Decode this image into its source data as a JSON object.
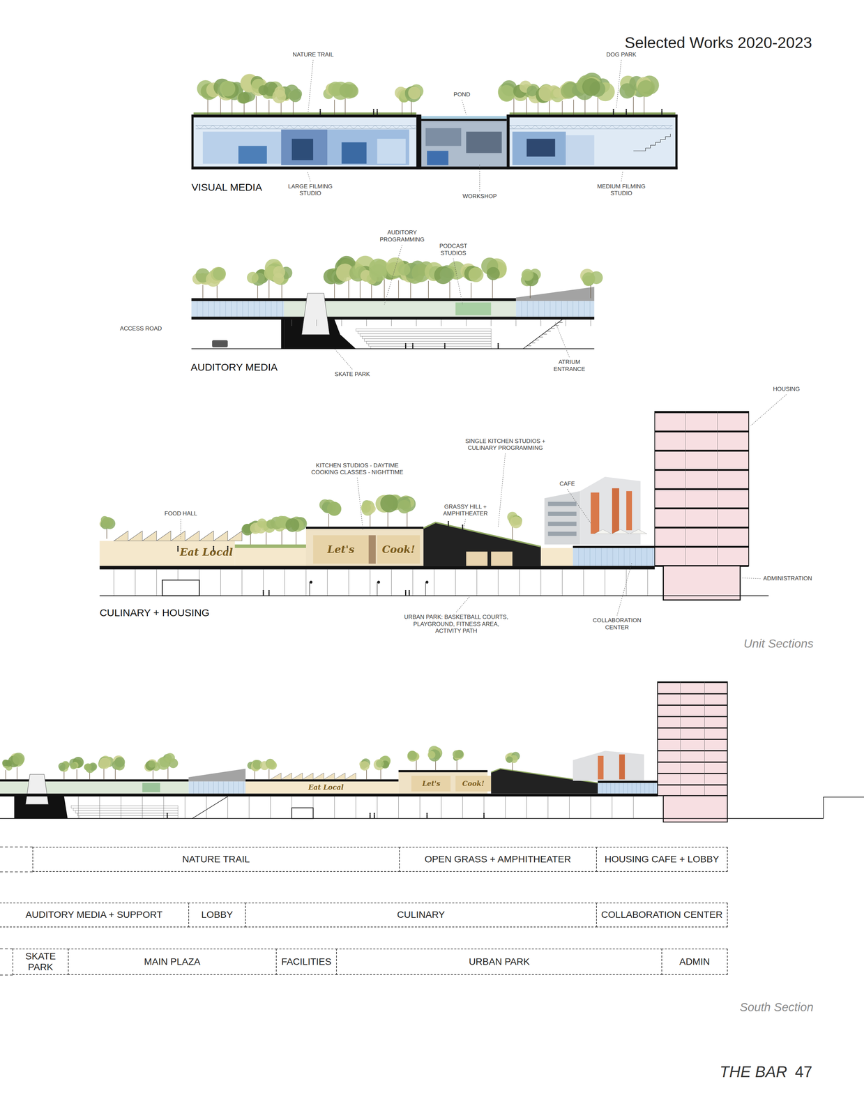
{
  "diagram": {
    "title": "Selected Works 2020-2023",
    "nodes": [
      {
        "text": [
          "NATURE TRAIL"
        ]
      },
      {
        "text": [
          "OPEN GRASS + AMPHITHEATER"
        ]
      },
      {
        "text": [
          "HOUSING CAFE + LOBBY"
        ]
      },
      {
        "text": [
          "AUDITORY MEDIA + SUPPORT"
        ]
      },
      {
        "text": [
          "LOBBY"
        ]
      },
      {
        "text": [
          "CULINARY"
        ]
      },
      {
        "text": [
          "COLLABORATION CENTER"
        ]
      },
      {
        "text": [
          "SKATE PARK"
        ]
      },
      {
        "text": [
          "MAIN PLAZA"
        ]
      },
      {
        "text": [
          "FACILITIES"
        ]
      },
      {
        "text": [
          "URBAN PARK"
        ]
      },
      {
        "text": [
          "ADMIN"
        ]
      }
    ],
    "labels": [
      "NATURE TRAIL",
      "DOG PARK",
      "POND",
      "VISUAL MEDIA",
      "LARGE FILMING STUDIO",
      "WORKSHOP",
      "MEDIUM FILMING STUDIO",
      "AUDITORY PROGRAMMING",
      "PODCAST STUDIOS",
      "ACCESS ROAD",
      "AUDITORY MEDIA",
      "SKATE PARK",
      "ATRIUM ENTRANCE",
      "HOUSING",
      "SINGLE KITCHEN STUDIOS + CULINARY PROGRAMMING",
      "KITCHEN STUDIOS - DAYTIME COOKING CLASSES - NIGHTTIME",
      "CAFE",
      "FOOD HALL",
      "GRASSY HILL + AMPHITHEATER",
      "Eat Local",
      "Let's",
      "Cook!",
      "ADMINISTRATION",
      "CULINARY + HOUSING",
      "URBAN PARK: BASKETBALL COURTS, PLAYGROUND, FITNESS AREA, ACTIVITY PATH",
      "COLLABORATION CENTER",
      "Unit Sections",
      "Eat Local",
      "Let's",
      "Cook!",
      "South Section",
      "THE BAR",
      "47"
    ]
  }
}
